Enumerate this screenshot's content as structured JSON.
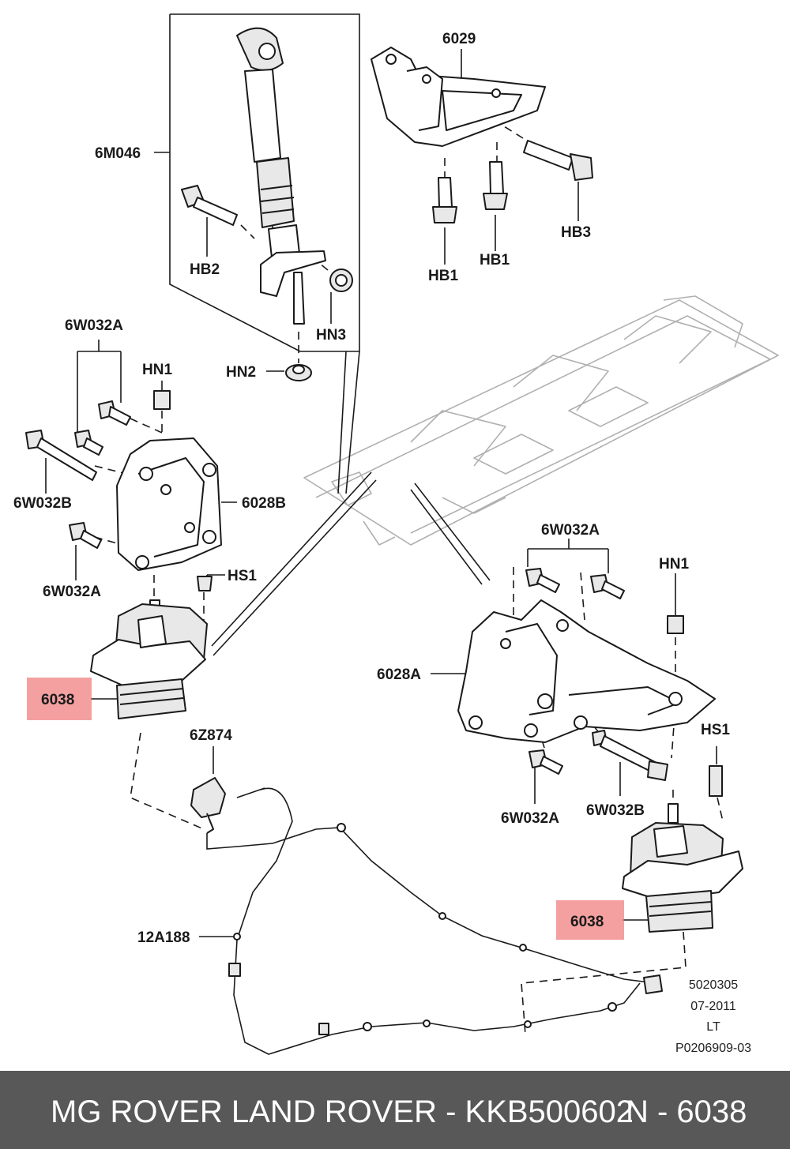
{
  "labels": {
    "p6m046": "6M046",
    "p6029": "6029",
    "hb2": "HB2",
    "hb3": "HB3",
    "hb1a": "HB1",
    "hb1b": "HB1",
    "hn3": "HN3",
    "hn2": "HN2",
    "w032a_top_left": "6W032A",
    "hn1_left": "HN1",
    "w032b_left": "6W032B",
    "p6028b": "6028B",
    "w032a_left_low": "6W032A",
    "hs1_left": "HS1",
    "p6038_left": "6038",
    "p6z874": "6Z874",
    "w032a_top_right": "6W032A",
    "hn1_right": "HN1",
    "p6028a": "6028A",
    "hs1_right": "HS1",
    "w032a_right_low": "6W032A",
    "w032b_right": "6W032B",
    "p12a188": "12A188",
    "p6038_right": "6038"
  },
  "meta": {
    "line1": "5020305",
    "line2": "07-2011",
    "line3": "LT",
    "line4": "P0206909-03"
  },
  "footer": {
    "left_text": "MG ROVER LAND ROVER - KKB500602",
    "right_text": "N - 6038"
  },
  "colors": {
    "highlight": "#f08080",
    "footer_bg": "#585858",
    "footer_text": "#ffffff"
  }
}
